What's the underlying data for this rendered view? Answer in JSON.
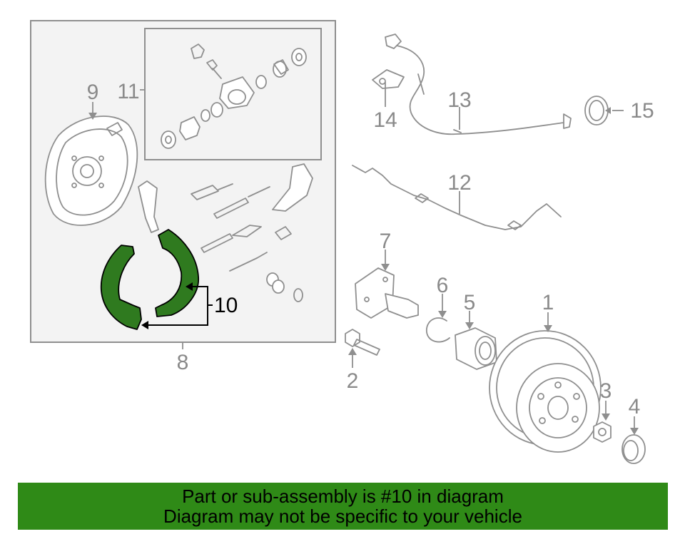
{
  "colors": {
    "highlight_part": "#2f7a1f",
    "banner_background": "#2f8a17",
    "line_art": "#8f8f8f",
    "assembly_panel": "#f3f3f3"
  },
  "callouts": {
    "n1": "1",
    "n2": "2",
    "n3": "3",
    "n4": "4",
    "n5": "5",
    "n6": "6",
    "n7": "7",
    "n8": "8",
    "n9": "9",
    "n10": "10",
    "n11": "11",
    "n12": "12",
    "n13": "13",
    "n14": "14",
    "n15": "15"
  },
  "highlighted_part": "10",
  "banner": {
    "line1": "Part or sub-assembly is #10 in diagram",
    "line2": "Diagram may not be specific to your vehicle"
  }
}
